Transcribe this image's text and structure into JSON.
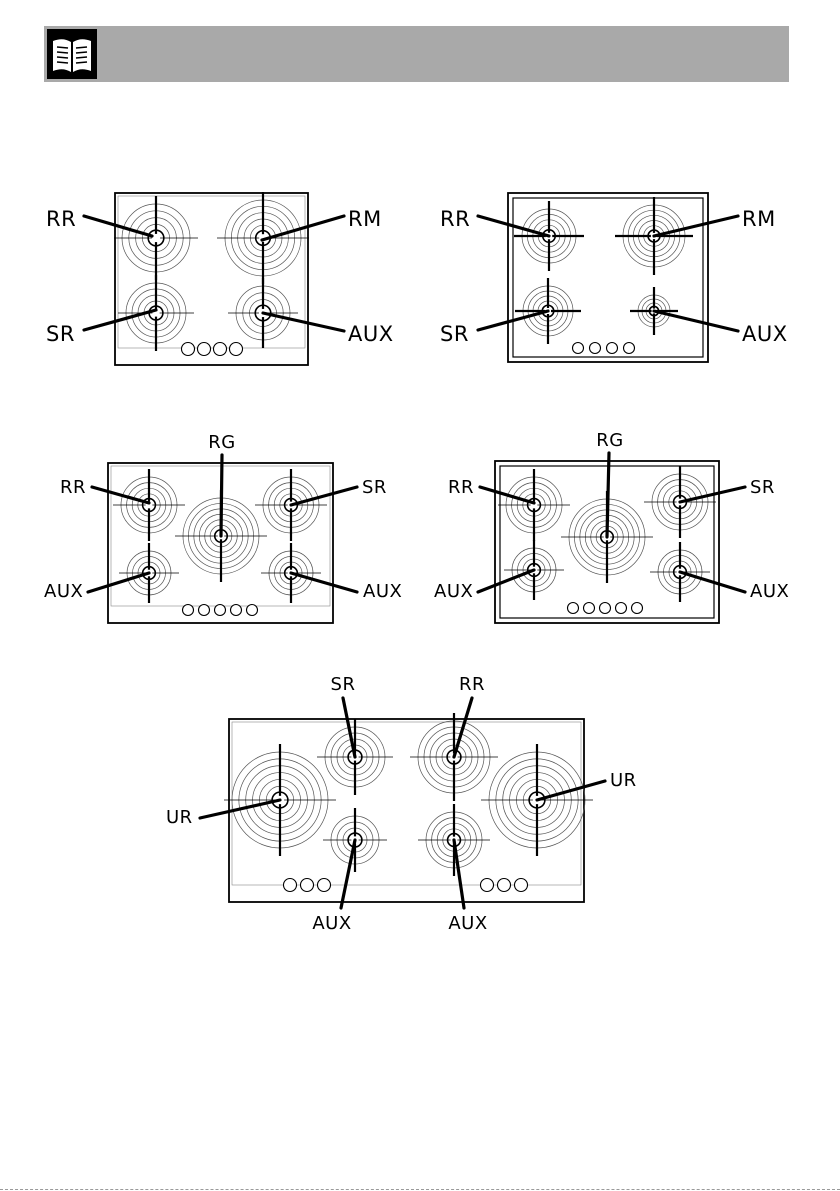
{
  "header": {
    "icon": "open-book-icon",
    "bar_color": "#a9a9a9"
  },
  "hobs": [
    {
      "id": "hob-4-burner-a",
      "labels": [
        "RR",
        "RM",
        "SR",
        "AUX"
      ]
    },
    {
      "id": "hob-4-burner-b",
      "labels": [
        "RR",
        "RM",
        "SR",
        "AUX"
      ]
    },
    {
      "id": "hob-5-burner-a",
      "labels": [
        "RG",
        "RR",
        "SR",
        "AUX",
        "AUX"
      ]
    },
    {
      "id": "hob-5-burner-b",
      "labels": [
        "RG",
        "RR",
        "SR",
        "AUX",
        "AUX"
      ]
    },
    {
      "id": "hob-6-burner",
      "labels": [
        "SR",
        "RR",
        "UR",
        "UR",
        "AUX",
        "AUX"
      ]
    }
  ]
}
